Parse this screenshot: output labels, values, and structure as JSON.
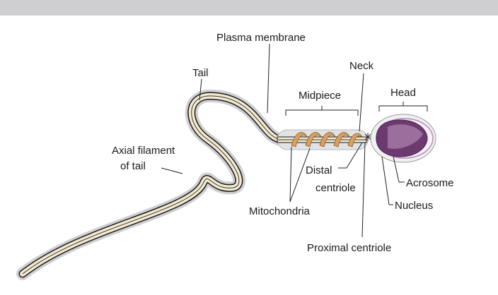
{
  "labels": {
    "plasma_membrane": "Plasma membrane",
    "neck": "Neck",
    "tail": "Tail",
    "midpiece": "Midpiece",
    "head": "Head",
    "axial_line1": "Axial filament",
    "axial_line2": "of tail",
    "distal_line1": "Distal",
    "distal_line2": "centriole",
    "acrosome": "Acrosome",
    "nucleus": "Nucleus",
    "mitochondria": "Mitochondria",
    "proximal_centriole": "Proximal centriole"
  },
  "colors": {
    "tail_fill": "#f3ead0",
    "membrane": "#cfd0d4",
    "mitochondria": "#d9a060",
    "nucleus": "#6d3a70",
    "acrosome": "#b48ab6",
    "header_band": "#cfcfd1"
  }
}
